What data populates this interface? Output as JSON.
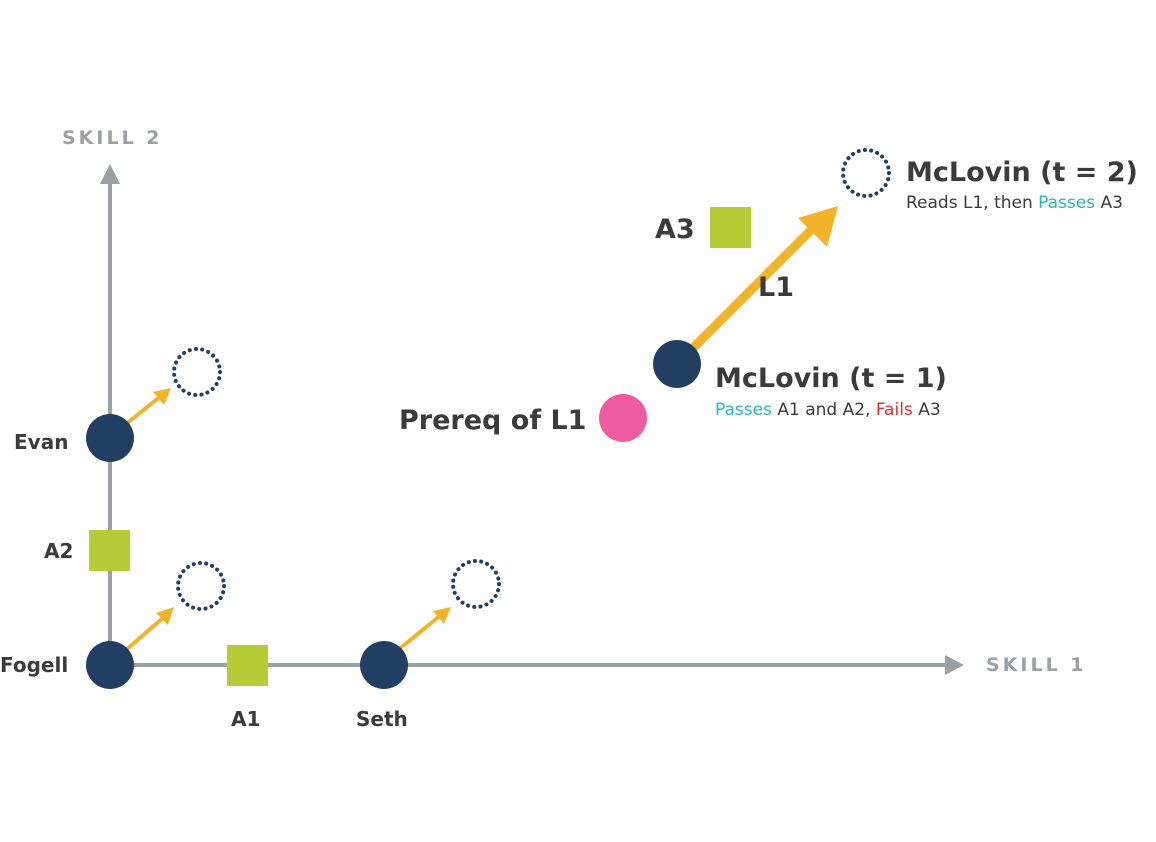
{
  "axes": {
    "x_label": "SKILL 1",
    "y_label": "SKILL 2"
  },
  "students": {
    "fogell": "Fogell",
    "evan": "Evan",
    "seth": "Seth"
  },
  "assessments": {
    "a1": "A1",
    "a2": "A2",
    "a3": "A3"
  },
  "lesson": {
    "label": "L1",
    "prereq_label": "Prereq of L1"
  },
  "mclovin_t1": {
    "title": "McLovin (t = 1)",
    "passes_word": "Passes",
    "passes_rest": " A1 and A2, ",
    "fails_word": "Fails",
    "fails_rest": " A3"
  },
  "mclovin_t2": {
    "title": "McLovin (t = 2)",
    "prefix": "Reads L1, then ",
    "passes_word": "Passes",
    "suffix": " A3"
  },
  "colors": {
    "axis": "#9ba0a5",
    "student": "#223f63",
    "assessment": "#b5cc36",
    "arrow": "#f2b22a",
    "prereq": "#ee5ba0",
    "pass": "#29b6b6",
    "fail": "#d62f3a",
    "text": "#3b3b3b"
  }
}
